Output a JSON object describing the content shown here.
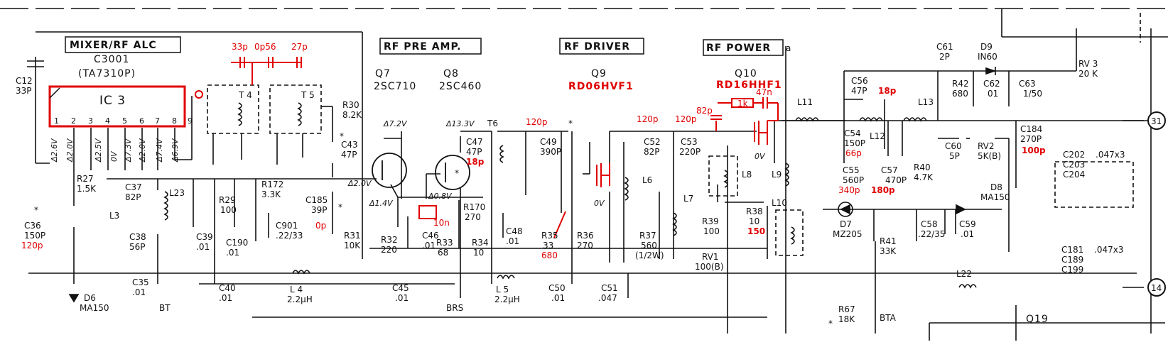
{
  "modules": {
    "mixer": "MIXER/RF ALC",
    "preamp": "RF PRE  AMP.",
    "driver": "RF DRIVER",
    "power": "RF POWER"
  },
  "ic3": {
    "ref": "C3001",
    "part": "(TA7310P)",
    "label": "IC 3",
    "pins": [
      "1",
      "2",
      "3",
      "4",
      "5",
      "6",
      "7",
      "8",
      "9"
    ],
    "voltages": [
      "Δ2.6V",
      "Δ2.0V",
      "Δ2.5V",
      "0V",
      "Δ7.3V",
      "Δ2.0V",
      "Δ7.4V",
      "Δ6.9V"
    ]
  },
  "transistors": {
    "q7": {
      "name": "Q7",
      "part": "2SC710",
      "vc": "Δ7.2V",
      "vb": "Δ2.0V",
      "ve": "Δ1.4V"
    },
    "q8": {
      "name": "Q8",
      "part": "2SC460",
      "vc": "Δ13.3V",
      "vb": "Δ0.8V"
    },
    "q9": {
      "name": "Q9",
      "part": "RD06HVF1",
      "v": "0V"
    },
    "q10": {
      "name": "Q10",
      "part": "RD16HHF1",
      "v": "0V"
    }
  },
  "components": {
    "c12": [
      "C12",
      "33P"
    ],
    "t4": "T 4",
    "t5": "T 5",
    "r30": [
      "R30",
      "8.2K"
    ],
    "c43": [
      "C43",
      "47P"
    ],
    "c185": [
      "C185",
      "39P"
    ],
    "r31": [
      "R31",
      "10K"
    ],
    "r27": [
      "R27",
      "1.5K"
    ],
    "c37": [
      "C37",
      "82P"
    ],
    "l3": "L3",
    "l23": "L23",
    "c38": [
      "C38",
      "56P"
    ],
    "c39": [
      "C39",
      ".01"
    ],
    "r29": [
      "R29",
      "100"
    ],
    "c190": [
      "C190",
      ".01"
    ],
    "r172": [
      "R172",
      "3.3K"
    ],
    "c901": [
      "C901",
      ".22/33"
    ],
    "c36": [
      "C36",
      "150P"
    ],
    "c35": [
      "C35",
      ".01"
    ],
    "c40": [
      "C40",
      ".01"
    ],
    "d6": [
      "D6",
      "MA150"
    ],
    "bt": "BT",
    "l4": [
      "L 4",
      "2.2μH"
    ],
    "r32": [
      "R32",
      "220"
    ],
    "c46": [
      "C46",
      ".01"
    ],
    "r33": [
      "R33",
      "68"
    ],
    "r170": [
      "R170",
      "270"
    ],
    "r34": [
      "R34",
      "10"
    ],
    "c48": [
      "C48",
      ".01"
    ],
    "c45": [
      "C45",
      ".01"
    ],
    "brs": "BRS",
    "t6": "T6",
    "c47": [
      "C47",
      "47P"
    ],
    "c49": [
      "C49",
      "390P"
    ],
    "r35": [
      "R35",
      "33"
    ],
    "r36": [
      "R36",
      "270"
    ],
    "l5": [
      "L 5",
      "2.2μH"
    ],
    "c50": [
      "C50",
      ".01"
    ],
    "c52": [
      "C52",
      "82P"
    ],
    "c53": [
      "C53",
      "220P"
    ],
    "l6": "L6",
    "l7": "L7",
    "r37": [
      "R37",
      "560",
      "(1/2W)"
    ],
    "c51": [
      "C51",
      ".047"
    ],
    "l8": "L8",
    "r39": [
      "R39",
      "100"
    ],
    "r38": [
      "R38",
      "10"
    ],
    "rv1": [
      "RV1",
      "100(B)"
    ],
    "l9": "L9",
    "l10": "L10",
    "l11": "L11",
    "c54": [
      "C54",
      "150P"
    ],
    "c56": [
      "C56",
      "47P"
    ],
    "l12": "L12",
    "l13": "L13",
    "c55": [
      "C55",
      "560P"
    ],
    "c57": [
      "C57",
      "470P"
    ],
    "r40": [
      "R40",
      "4.7K"
    ],
    "c61": [
      "C61",
      "2P"
    ],
    "d9": [
      "D9",
      "IN60"
    ],
    "r42": [
      "R42",
      "680"
    ],
    "c62": [
      "C62",
      "01"
    ],
    "c63": [
      "C63",
      "1/50"
    ],
    "rv3": [
      "RV 3",
      "20 K"
    ],
    "c60": [
      "C60",
      "5P"
    ],
    "rv2": [
      "RV2",
      "5K(B)"
    ],
    "c184": [
      "C184",
      "270P"
    ],
    "d8": [
      "D8",
      "MA150"
    ],
    "d7": [
      "D7",
      "MZ205"
    ],
    "c58": [
      "C58",
      ".22/35"
    ],
    "c59": [
      "C59",
      ".01"
    ],
    "r41": [
      "R41",
      "33K"
    ],
    "l22": "L22",
    "r67": [
      "R67",
      "18K"
    ],
    "bta": "BTA",
    "q19": "Q19",
    "cgroup1": [
      "C202",
      ".047x3",
      "C203",
      "C204"
    ],
    "cgroup2": [
      "C181",
      ".047x3",
      "C189",
      "C199"
    ]
  },
  "mods": {
    "t4_caps": [
      "33p",
      "0p56",
      "27p"
    ],
    "c36": "120p",
    "c185": "0p",
    "c47": "18p",
    "c46_add": "10n",
    "c49": "120p",
    "r35": "680",
    "c52": "120p",
    "c53": "120p",
    "gate_cap": "82p",
    "fb_r": "1k",
    "fb_c": "47n",
    "r38": "150",
    "c54": "66p",
    "c56": "18p",
    "c55": "340p",
    "c57": "180p",
    "c184": "100p"
  },
  "connectors": [
    "31",
    "14"
  ],
  "misc": {
    "star": "*",
    "alpha": "a"
  }
}
